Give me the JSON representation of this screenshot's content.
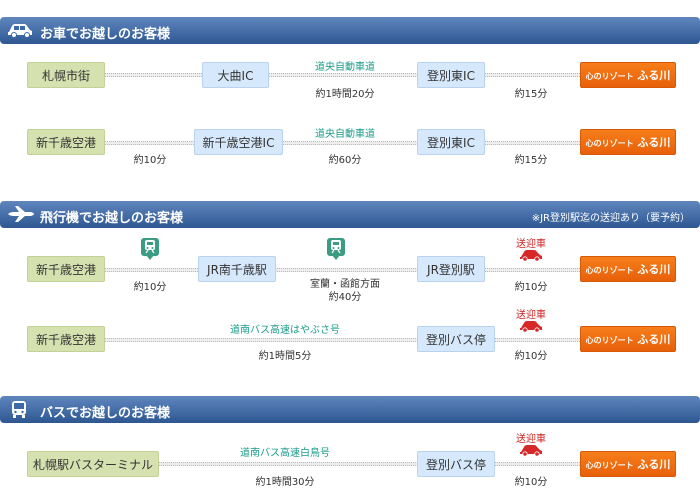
{
  "sections": {
    "car": {
      "title": "お車でお越しのお客様",
      "icon": "car-icon",
      "routes": [
        {
          "origin": "札幌市街",
          "node1": "大曲IC",
          "route_name": "道央自動車道",
          "time1": "約1時間20分",
          "node2": "登別東IC",
          "time2": "約15分",
          "dest_prefix": "心のリゾート",
          "dest_name": "ふる川"
        },
        {
          "origin": "新千歳空港",
          "time0": "約10分",
          "node1": "新千歳空港IC",
          "route_name": "道央自動車道",
          "time1": "約60分",
          "node2": "登別東IC",
          "time2": "約15分",
          "dest_prefix": "心のリゾート",
          "dest_name": "ふる川"
        }
      ]
    },
    "plane": {
      "title": "飛行機でお越しのお客様",
      "icon": "airplane-icon",
      "note": "※JR登別駅迄の送迎あり（要予約）",
      "routes": [
        {
          "origin": "新千歳空港",
          "time0": "約10分",
          "node1": "JR南千歳駅",
          "route_name_1": "室蘭・函館方面",
          "time1": "約40分",
          "node2": "JR登別駅",
          "shuttle": "送迎車",
          "time2": "約10分",
          "dest_prefix": "心のリゾート",
          "dest_name": "ふる川"
        },
        {
          "origin": "新千歳空港",
          "route_name": "道南バス高速はやぶさ号",
          "time1": "約1時間5分",
          "node2": "登別バス停",
          "shuttle": "送迎車",
          "time2": "約10分",
          "dest_prefix": "心のリゾート",
          "dest_name": "ふる川"
        }
      ]
    },
    "bus": {
      "title": "バスでお越しのお客様",
      "icon": "bus-icon",
      "routes": [
        {
          "origin": "札幌駅バスターミナル",
          "route_name": "道南バス高速白鳥号",
          "time1": "約1時間30分",
          "node2": "登別バス停",
          "shuttle": "送迎車",
          "time2": "約10分",
          "dest_prefix": "心のリゾート",
          "dest_name": "ふる川"
        }
      ]
    }
  }
}
